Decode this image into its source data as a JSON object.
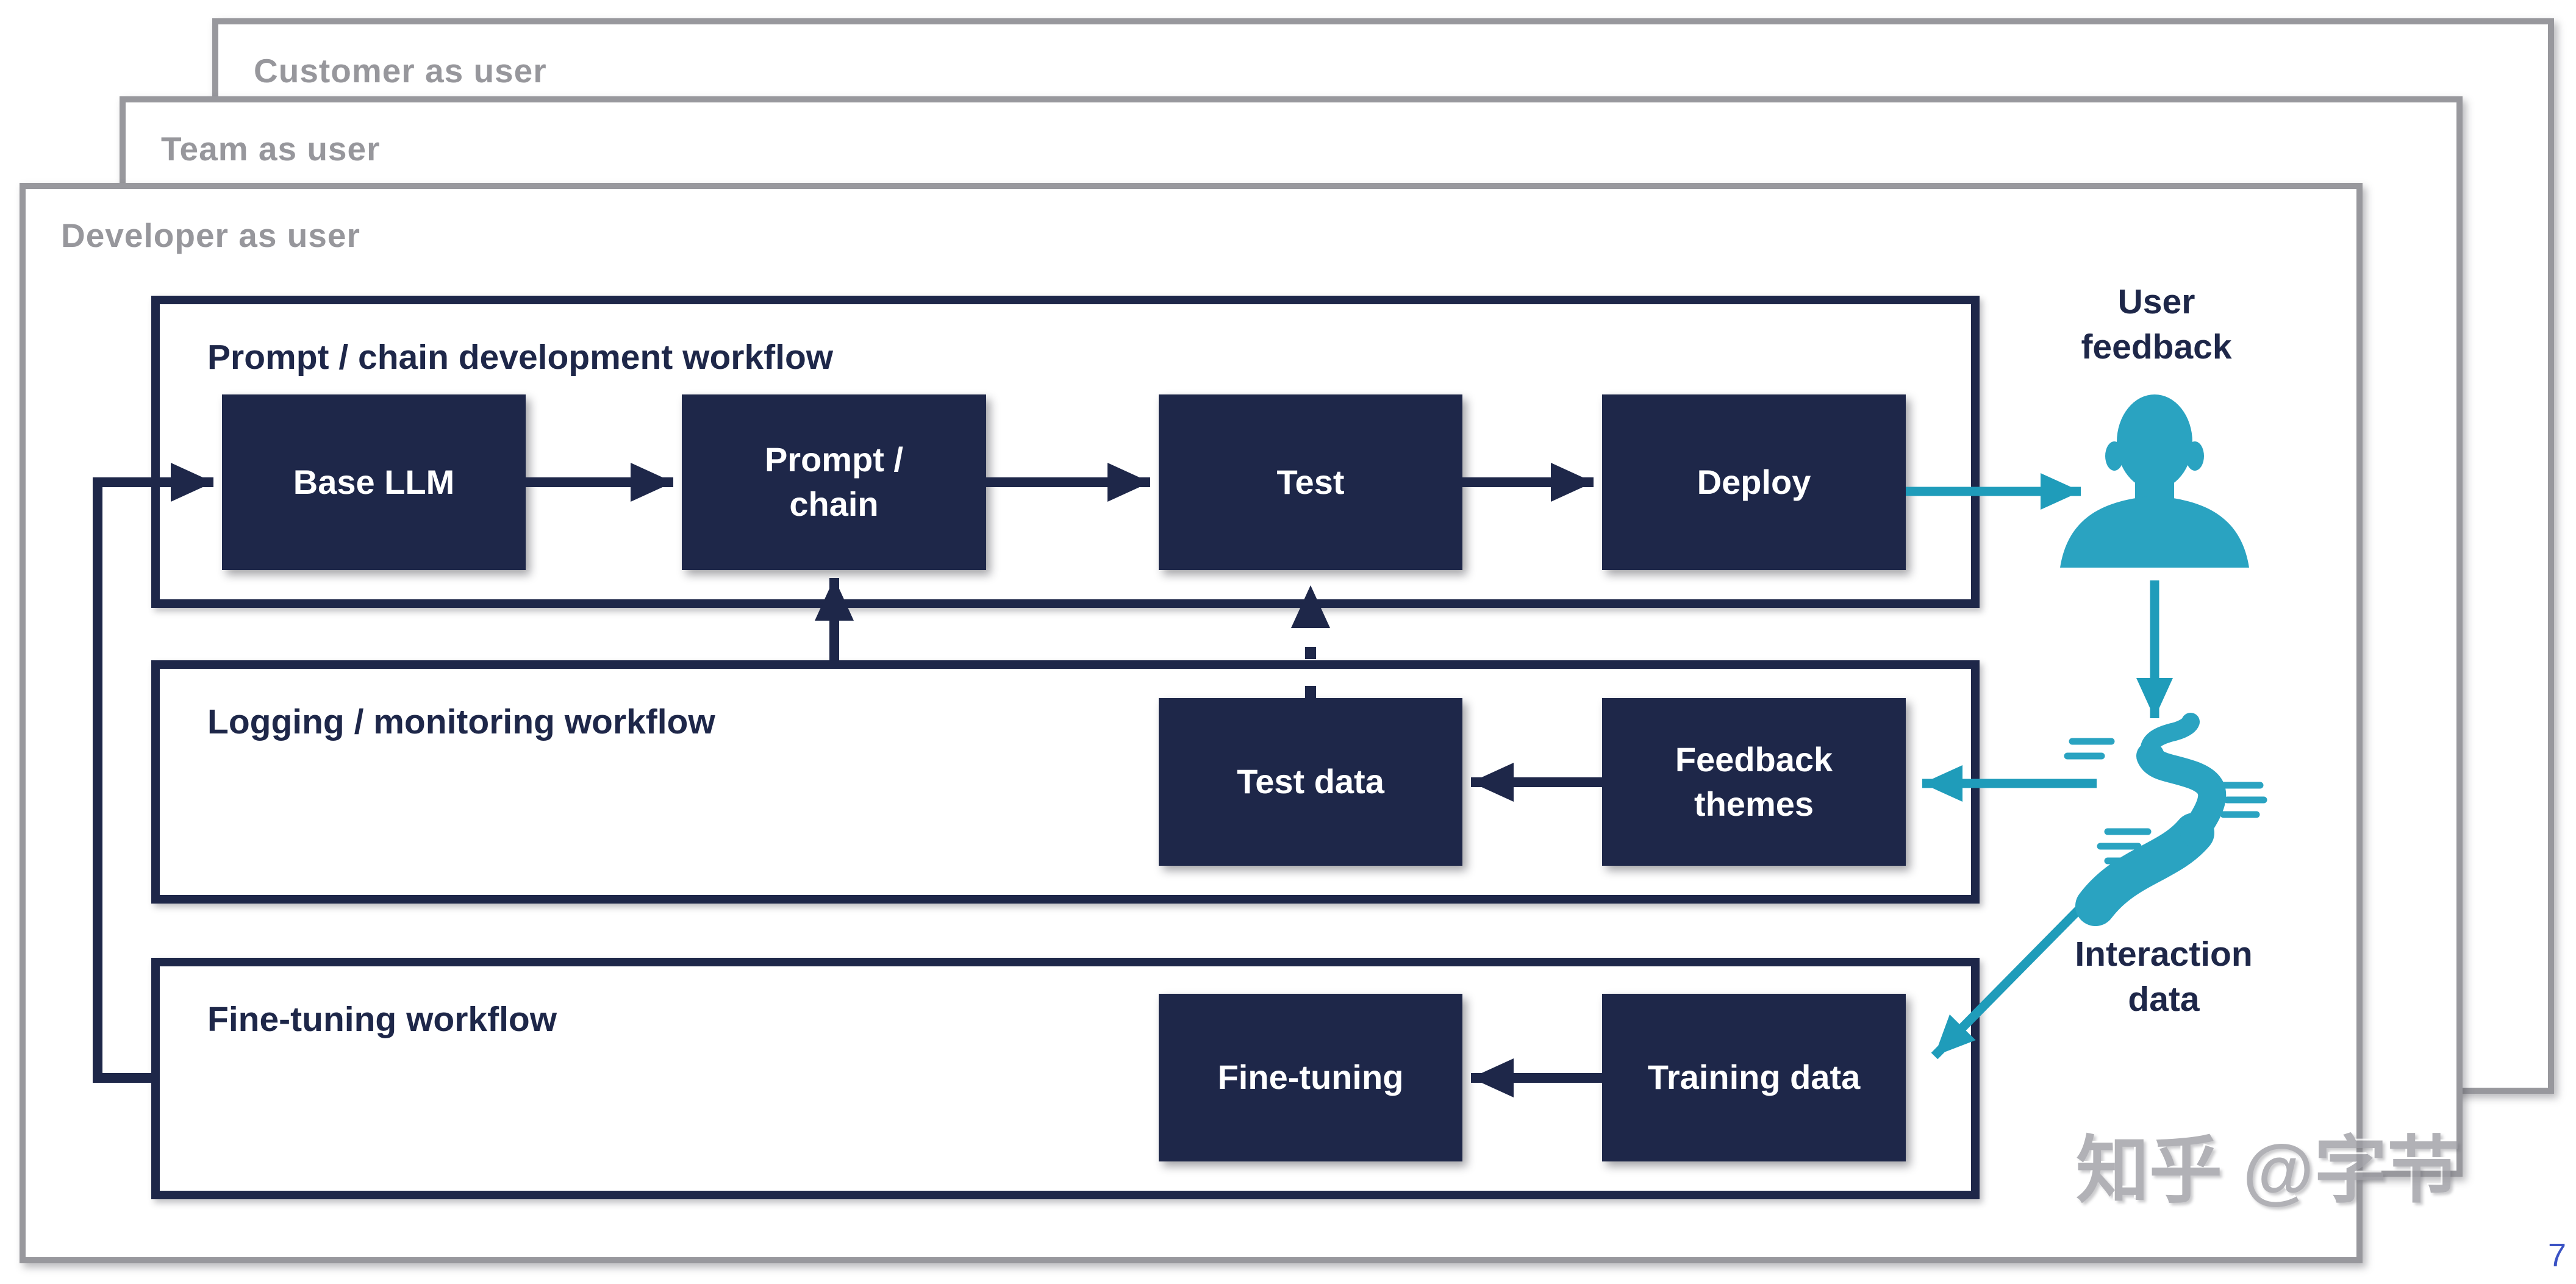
{
  "frames": {
    "customer": {
      "label": "Customer as user"
    },
    "team": {
      "label": "Team as user"
    },
    "developer": {
      "label": "Developer as user"
    }
  },
  "workflows": {
    "prompt_chain": {
      "title": "Prompt / chain development workflow",
      "nodes": {
        "base_llm": {
          "lines": [
            "Base LLM"
          ]
        },
        "prompt_chain": {
          "lines": [
            "Prompt /",
            "chain"
          ]
        },
        "test": {
          "lines": [
            "Test"
          ]
        },
        "deploy": {
          "lines": [
            "Deploy"
          ]
        }
      }
    },
    "logging": {
      "title": "Logging / monitoring workflow",
      "nodes": {
        "test_data": {
          "lines": [
            "Test data"
          ]
        },
        "feedback_themes": {
          "lines": [
            "Feedback",
            "themes"
          ]
        }
      }
    },
    "fine_tuning": {
      "title": "Fine-tuning workflow",
      "nodes": {
        "fine_tuning": {
          "lines": [
            "Fine-tuning"
          ]
        },
        "training_data": {
          "lines": [
            "Training data"
          ]
        }
      }
    }
  },
  "annotations": {
    "user_feedback": {
      "lines": [
        "User",
        "feedback"
      ]
    },
    "interaction_data": {
      "lines": [
        "Interaction",
        "data"
      ]
    }
  },
  "icons": {
    "user": "person-silhouette-icon",
    "interaction": "river-flow-icon"
  },
  "watermark": "知乎 @字节",
  "page_number": "7",
  "colors": {
    "navy": "#1e2749",
    "teal": "#1f9cba",
    "teal_icon": "#2aa3c1",
    "frame_border": "#98989d",
    "frame_label": "#97979c",
    "page_number": "#3a52c4",
    "watermark": "#9e9ea4"
  }
}
